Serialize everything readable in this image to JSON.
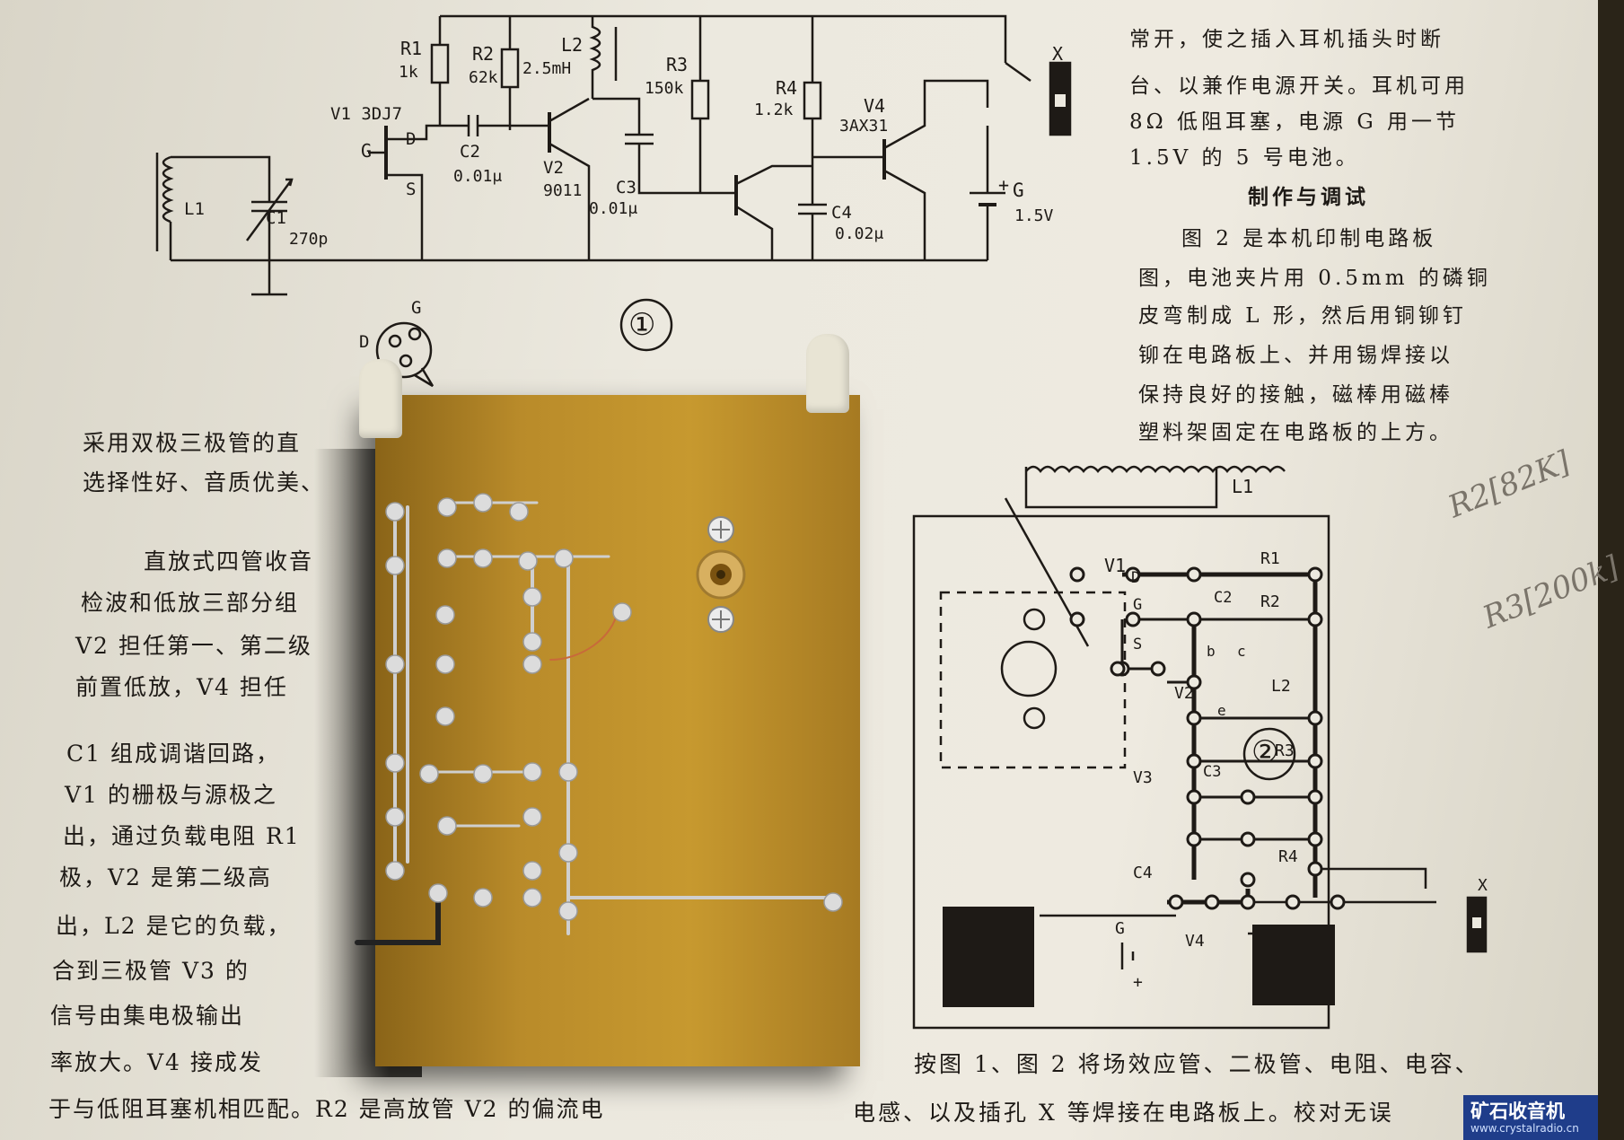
{
  "schematic": {
    "labels": {
      "r1": "R1",
      "r1v": "1k",
      "r2": "R2",
      "r2v": "62k",
      "l2": "L2",
      "l2v": "2.5mH",
      "r3": "R3",
      "r3v": "150k",
      "r4": "R4",
      "r4v": "1.2k",
      "v4": "V4",
      "v4t": "3AX31",
      "v1": "V1 3DJ7",
      "d": "D",
      "g": "G",
      "s": "S",
      "c2": "C2",
      "c2v": "0.01μ",
      "v2": "V2",
      "v2t": "9011",
      "c3": "C3",
      "c3v": "0.01μ",
      "c4": "C4",
      "c4v": "0.02μ",
      "l1": "L1",
      "c1": "C1",
      "c1v": "270p",
      "x": "X",
      "batt": "G",
      "battv": "1.5V",
      "plus": "+",
      "fig": "①"
    },
    "pinout": {
      "g": "G",
      "d": "D"
    }
  },
  "right_text": [
    "常开，使之插入耳机插头时断",
    "台、以兼作电源开关。耳机可用",
    "8Ω 低阻耳塞，电源 G 用一节",
    "1.5V 的 5 号电池。",
    "制作与调试",
    "图 2 是本机印制电路板",
    "图，电池夹片用 0.5mm 的磷铜",
    "皮弯制成 L 形，然后用铜铆钉",
    "铆在电路板上、并用锡焊接以",
    "保持良好的接触，磁棒用磁棒",
    "塑料架固定在电路板的上方。"
  ],
  "left_text": [
    "采用双极三极管的直",
    "选择性好、音质优美、",
    "直放式四管收音",
    "检波和低放三部分组",
    "V2 担任第一、第二级",
    "前置低放，V4 担任",
    "C1 组成调谐回路，",
    "V1 的栅极与源极之",
    "出，通过负载电阻 R1",
    "极，V2 是第二级高",
    "出，L2 是它的负载，",
    "合到三极管 V3 的",
    "信号由集电极输出",
    "率放大。V4 接成发",
    "于与低阻耳塞机相匹配。R2 是高放管 V2 的偏流电"
  ],
  "bottom_text": [
    "按图 1、图 2 将场效应管、二极管、电阻、电容、",
    "电感、以及插孔 X 等焊接在电路板上。校对无误"
  ],
  "pcb_layout": {
    "labels": {
      "l1": "L1",
      "v1": "V1",
      "d": "D",
      "g": "G",
      "s": "S",
      "c2": "C2",
      "r1": "R1",
      "r2": "R2",
      "b": "b",
      "c": "c",
      "e": "e",
      "v2": "V2",
      "l2": "L2",
      "v3": "V3",
      "c3": "C3",
      "r3": "R3",
      "r4": "R4",
      "c4": "C4",
      "x": "X",
      "batt": "G",
      "v4": "V4",
      "plus": "+",
      "fig": "②"
    }
  },
  "handwriting": [
    "R2[82K]",
    "R3[200k]"
  ],
  "watermark": {
    "title": "矿石收音机",
    "url": "www.crystalradio.cn"
  },
  "colors": {
    "paper": "#ece9df",
    "ink": "#1e1a16",
    "pcb": "#b98b2a",
    "solder": "#d8d8d8",
    "watermark": "#1f3d8a"
  }
}
